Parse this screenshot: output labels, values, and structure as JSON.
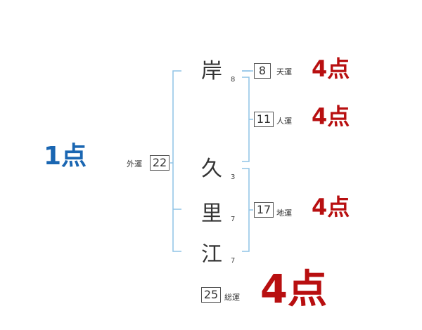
{
  "colors": {
    "line": "#8fc3e6",
    "score_red": "#b80f10",
    "score_blue": "#1a66b2"
  },
  "name": {
    "chars": [
      {
        "char": "岸",
        "strokes": "8"
      },
      {
        "char": "久",
        "strokes": "3"
      },
      {
        "char": "里",
        "strokes": "7"
      },
      {
        "char": "江",
        "strokes": "7"
      }
    ]
  },
  "fortunes": {
    "ten": {
      "label": "天運",
      "value": "8",
      "score": "4点"
    },
    "jin": {
      "label": "人運",
      "value": "11",
      "score": "4点"
    },
    "chi": {
      "label": "地運",
      "value": "17",
      "score": "4点"
    },
    "gai": {
      "label": "外運",
      "value": "22",
      "score": "1点"
    },
    "so": {
      "label": "総運",
      "value": "25",
      "score": "4点"
    }
  }
}
